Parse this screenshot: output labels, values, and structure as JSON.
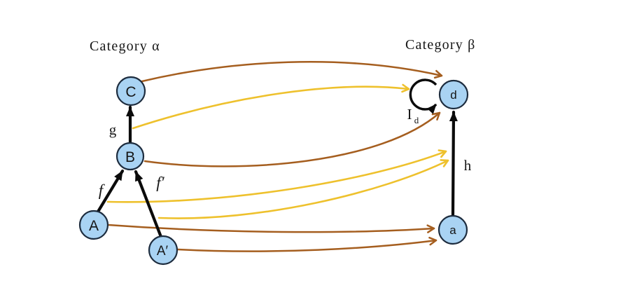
{
  "labels": {
    "category_left": "Category α",
    "category_right": "Category β",
    "f": "f",
    "f_prime": "f′",
    "g": "g",
    "h": "h",
    "identity_main": "I",
    "identity_sub": "d"
  },
  "nodes": {
    "C": "C",
    "B": "B",
    "A": "A",
    "A_prime": "A′",
    "d": "d",
    "a": "a"
  },
  "colors": {
    "node-fill": "#a9d3f3",
    "node-stroke": "#1d2c3e",
    "arrow-black": "#0b0b0b",
    "object-map": "#a55e1f",
    "morphism-map": "#eec12d",
    "text": "#161616"
  },
  "structure": {
    "category_alpha": {
      "objects": [
        "A",
        "A′",
        "B",
        "C"
      ],
      "morphisms": [
        {
          "label": "f",
          "from": "A",
          "to": "B"
        },
        {
          "label": "f′",
          "from": "A′",
          "to": "B"
        },
        {
          "label": "g",
          "from": "B",
          "to": "C"
        }
      ]
    },
    "category_beta": {
      "objects": [
        "a",
        "d"
      ],
      "morphisms": [
        {
          "label": "h",
          "from": "a",
          "to": "d"
        },
        {
          "label": "I_d",
          "from": "d",
          "to": "d"
        }
      ]
    },
    "functor_object_map": [
      {
        "from": "C",
        "to": "d"
      },
      {
        "from": "B",
        "to": "d"
      },
      {
        "from": "A",
        "to": "a"
      },
      {
        "from": "A′",
        "to": "a"
      }
    ],
    "functor_morphism_map": [
      {
        "from": "g",
        "to": "I_d"
      },
      {
        "from": "f",
        "to": "h"
      },
      {
        "from": "f′",
        "to": "h"
      }
    ]
  }
}
